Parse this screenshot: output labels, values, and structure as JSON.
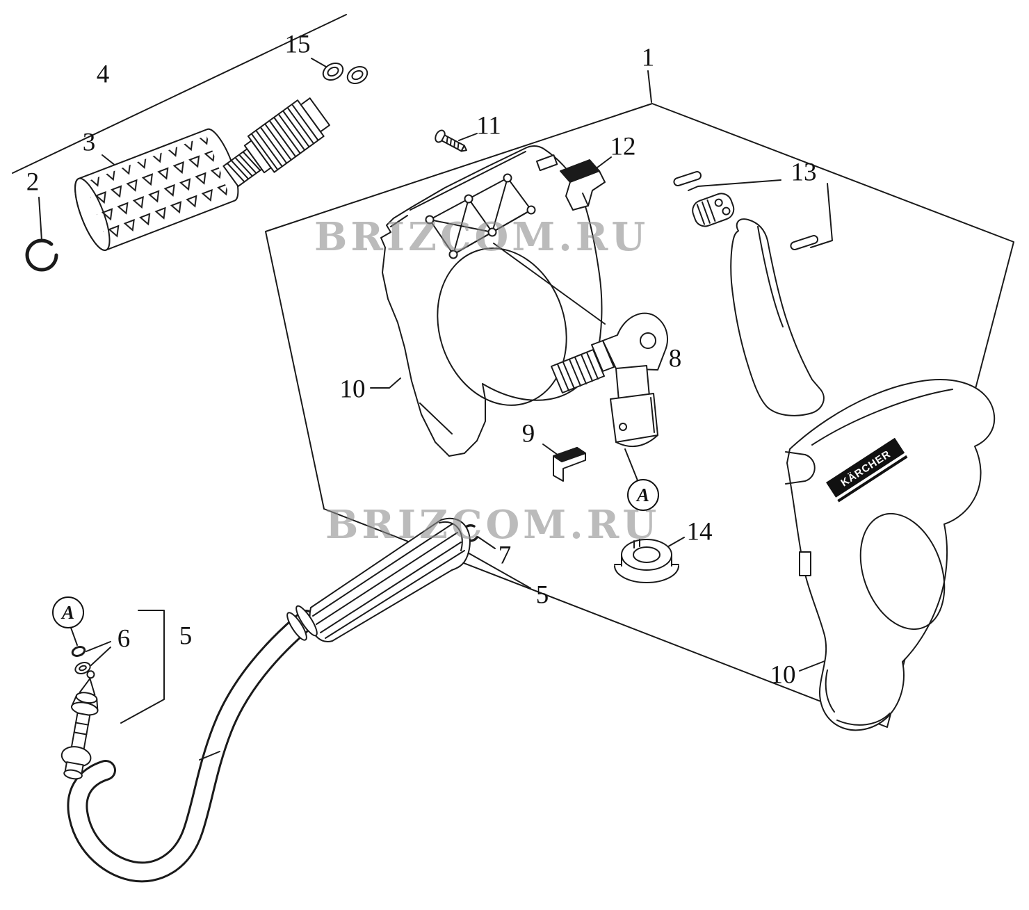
{
  "diagram": {
    "watermark": "BRIZCOM.RU",
    "brand": "KÄRCHER",
    "labels": {
      "l1": "1",
      "l2": "2",
      "l3": "3",
      "l4": "4",
      "l5a": "5",
      "l5b": "5",
      "l6": "6",
      "l7": "7",
      "l8": "8",
      "l9": "9",
      "l10a": "10",
      "l10b": "10",
      "l11": "11",
      "l12": "12",
      "l13": "13",
      "l14": "14",
      "l15": "15",
      "a1": "A",
      "a2": "A"
    }
  }
}
